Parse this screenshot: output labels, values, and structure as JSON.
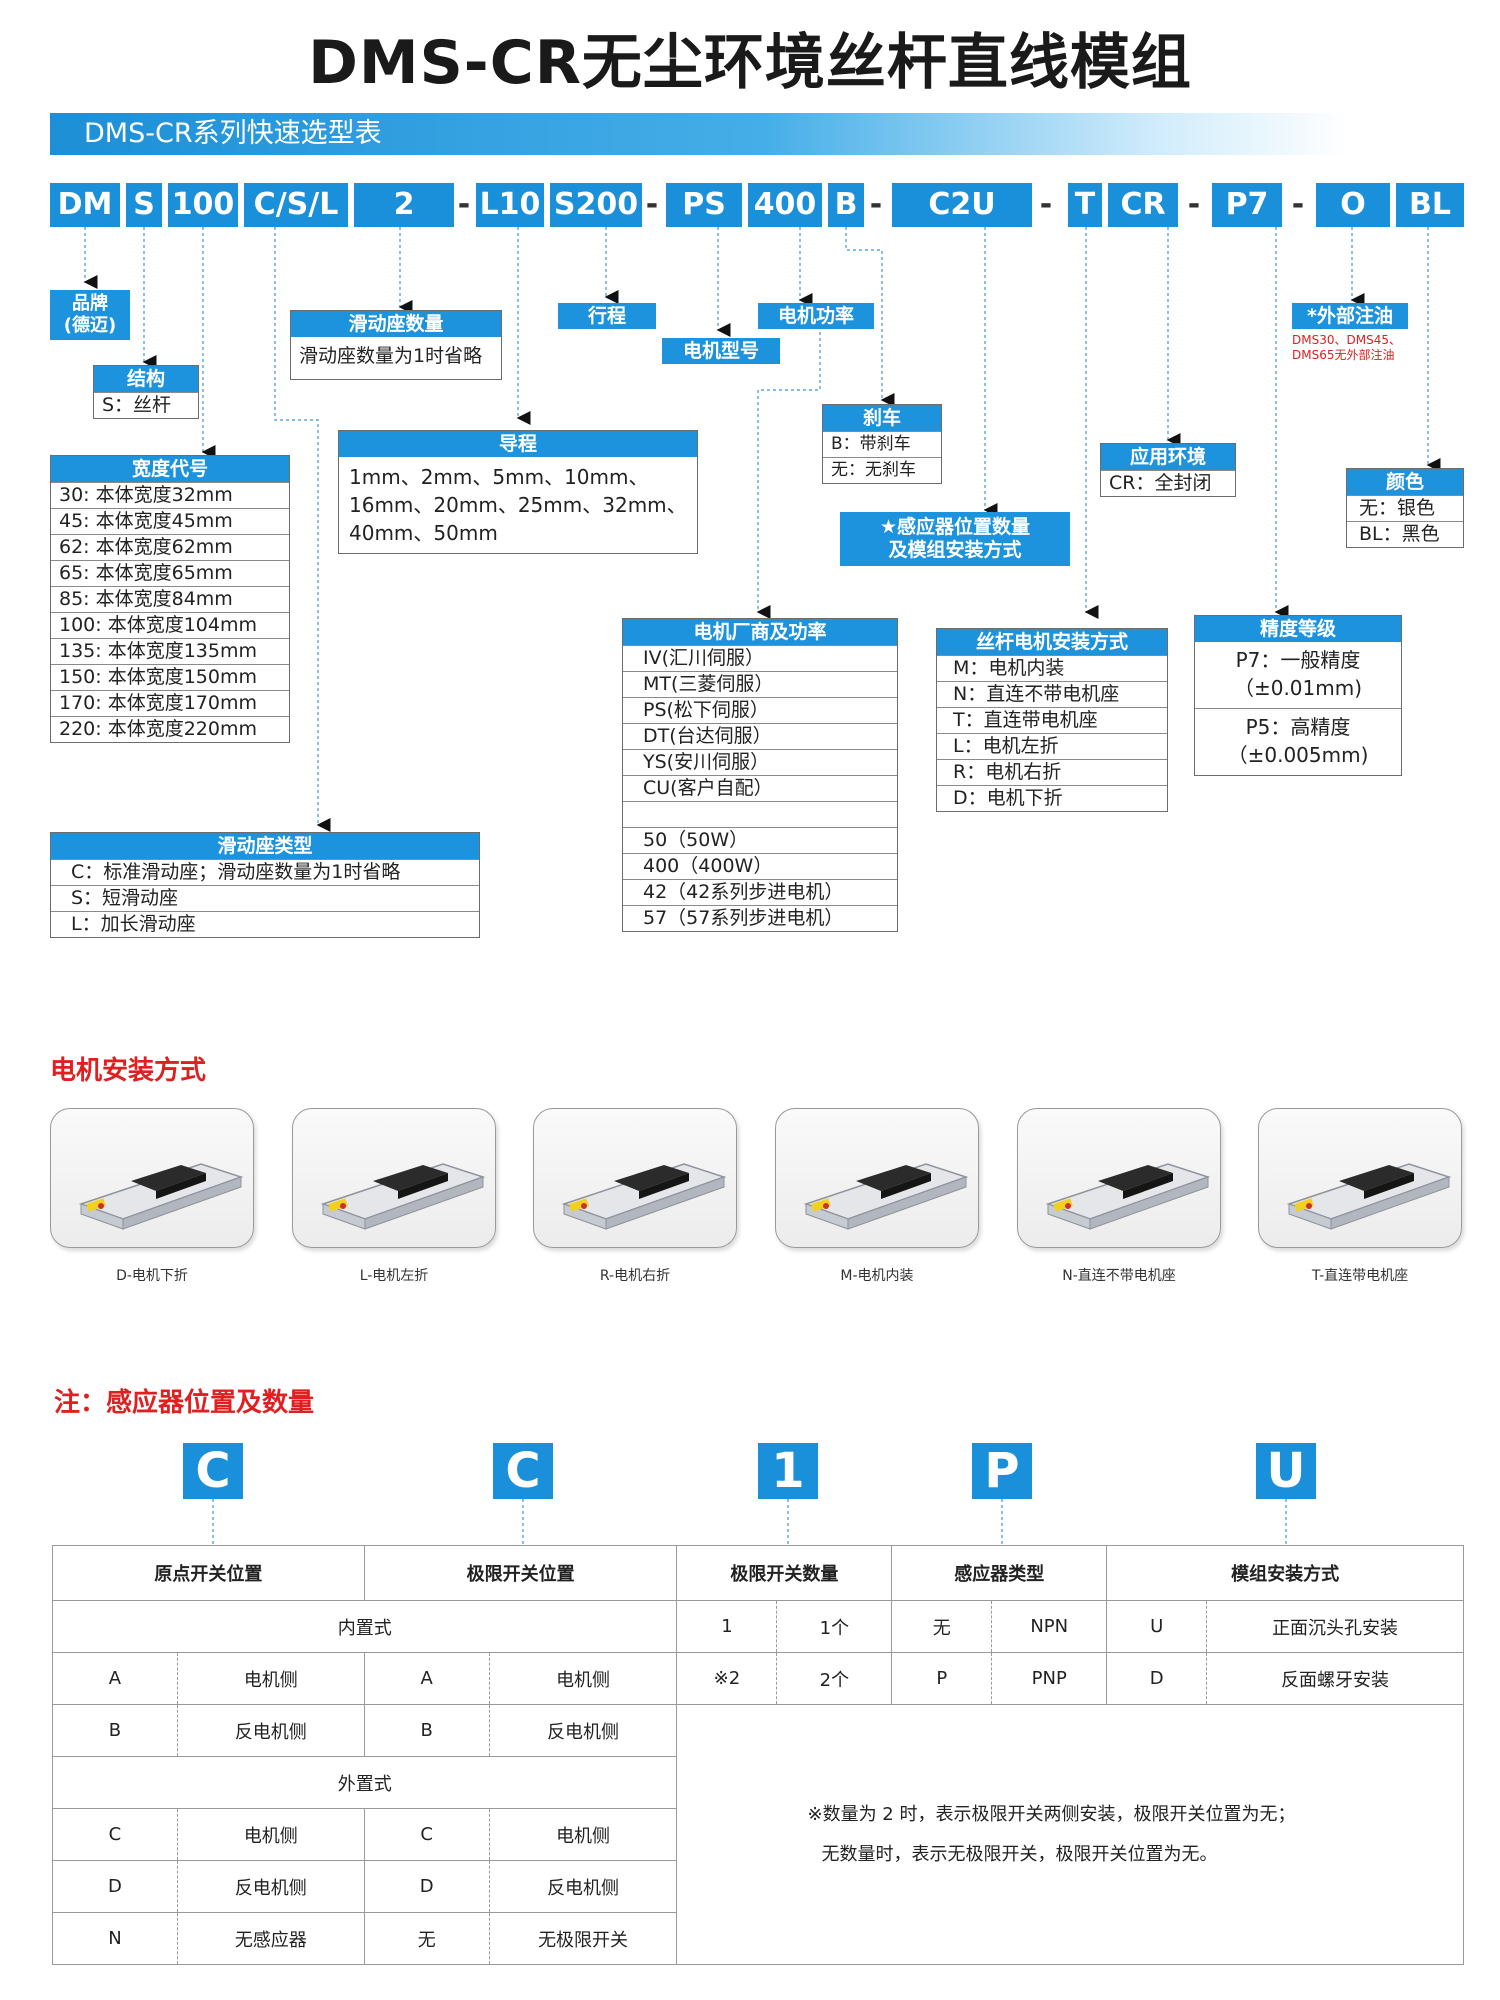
{
  "title": "DMS-CR无尘环境丝杆直线模组",
  "banner": "DMS-CR系列快速选型表",
  "codes": [
    "DM",
    "S",
    "100",
    "C/S/L",
    "2",
    "L10",
    "S200",
    "PS",
    "400",
    "B",
    "C2U",
    "T",
    "CR",
    "P7",
    "O",
    "BL"
  ],
  "dash": "-",
  "labels": {
    "brand": "品牌\n(德迈)",
    "structure": "结构",
    "structure_val": "S：丝杆",
    "slider_count": "滑动座数量",
    "slider_count_val": "滑动座数量为1时省略",
    "stroke": "行程",
    "motor_power": "电机功率",
    "motor_model": "电机型号",
    "brake": "刹车",
    "brake_vals": [
      "B：带刹车",
      "无：无刹车"
    ],
    "ext_oil": "*外部注油",
    "ext_oil_note": "DMS30、DMS45、\nDMS65无外部注油",
    "env": "应用环境",
    "env_val": "CR：全封闭",
    "color": "颜色",
    "color_vals": [
      "无：银色",
      "BL：黑色"
    ],
    "sensor": "★感应器位置数量\n及模组安装方式",
    "lead": "导程",
    "lead_val": "1mm、2mm、5mm、10mm、\n16mm、20mm、25mm、32mm、\n40mm、50mm"
  },
  "width_code": {
    "header": "宽度代号",
    "rows": [
      "30: 本体宽度32mm",
      "45: 本体宽度45mm",
      "62: 本体宽度62mm",
      "65: 本体宽度65mm",
      "85: 本体宽度84mm",
      "100: 本体宽度104mm",
      "135: 本体宽度135mm",
      "150: 本体宽度150mm",
      "170: 本体宽度170mm",
      "220: 本体宽度220mm"
    ]
  },
  "slider_type": {
    "header": "滑动座类型",
    "rows": [
      "C：标准滑动座；滑动座数量为1时省略",
      "S：短滑动座",
      "L：加长滑动座"
    ]
  },
  "motor_vendor": {
    "header": "电机厂商及功率",
    "rows": [
      "IV(汇川伺服）",
      "MT(三菱伺服）",
      "PS(松下伺服）",
      "DT(台达伺服）",
      "YS(安川伺服）",
      "CU(客户自配）",
      "",
      "50（50W）",
      "400（400W）",
      "42（42系列步进电机）",
      "57（57系列步进电机）"
    ]
  },
  "motor_mount": {
    "header": "丝杆电机安装方式",
    "rows": [
      "M：电机内装",
      "N：直连不带电机座",
      "T：直连带电机座",
      "L：电机左折",
      "R：电机右折",
      "D：电机下折"
    ]
  },
  "precision": {
    "header": "精度等级",
    "p7": "P7：一般精度",
    "p7v": "（±0.01mm)",
    "p5": "P5：高精度",
    "p5v": "（±0.005mm)"
  },
  "mount_section": {
    "title": "电机安装方式",
    "items": [
      "D-电机下折",
      "L-电机左折",
      "R-电机右折",
      "M-电机内装",
      "N-直连不带电机座",
      "T-直连带电机座"
    ]
  },
  "sensor_section": {
    "title": "注：感应器位置及数量",
    "letters": [
      "C",
      "C",
      "1",
      "P",
      "U"
    ],
    "headers": [
      "原点开关位置",
      "极限开关位置",
      "极限开关数量",
      "感应器类型",
      "模组安装方式"
    ],
    "internal": "内置式",
    "external": "外置式",
    "int_rows": [
      [
        "A",
        "电机侧",
        "A",
        "电机侧"
      ],
      [
        "B",
        "反电机侧",
        "B",
        "反电机侧"
      ]
    ],
    "ext_rows": [
      [
        "C",
        "电机侧",
        "C",
        "电机侧"
      ],
      [
        "D",
        "反电机侧",
        "D",
        "反电机侧"
      ],
      [
        "N",
        "无感应器",
        "无",
        "无极限开关"
      ]
    ],
    "right_rows": [
      [
        "1",
        "1个",
        "无",
        "NPN",
        "U",
        "正面沉头孔安装"
      ],
      [
        "※2",
        "2个",
        "P",
        "PNP",
        "D",
        "反面螺牙安装"
      ]
    ],
    "note1": "※数量为 2 时，表示极限开关两侧安装，极限开关位置为无；",
    "note2": "无数量时，表示无极限开关，极限开关位置为无。"
  },
  "colors": {
    "accent": "#1a8fda",
    "red": "#e02020"
  }
}
